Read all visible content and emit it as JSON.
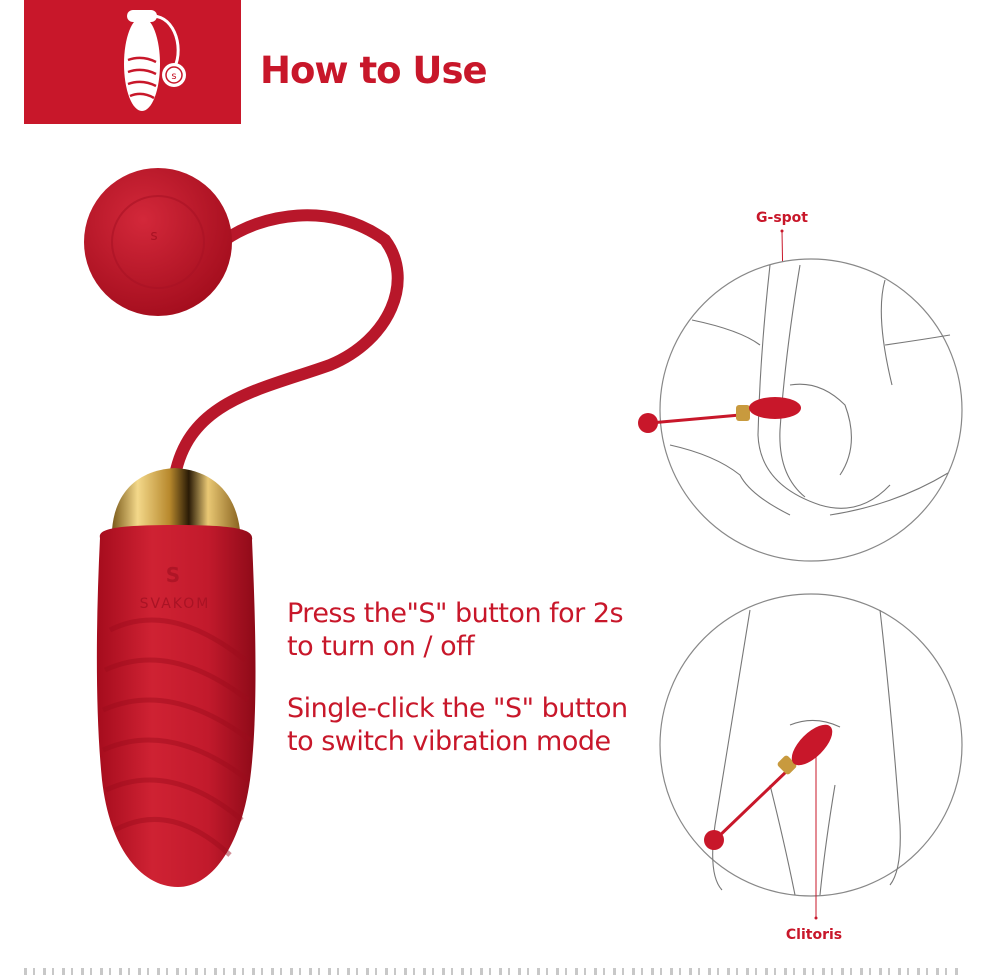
{
  "header": {
    "title": "How to Use",
    "accent_color": "#c8172a",
    "icon": "bullet-vibrator-icon"
  },
  "product": {
    "brand_text": "SVAKOM",
    "icon": "s-button-icon"
  },
  "instructions": {
    "step1": {
      "line1": "Press the\"S\" button for 2s",
      "line2": "to turn on / off"
    },
    "step2": {
      "line1": "Single-click the \"S\" button",
      "line2": "to switch vibration mode"
    }
  },
  "diagrams": {
    "top": {
      "label": "G-spot"
    },
    "bottom": {
      "label": "Clitoris"
    }
  }
}
